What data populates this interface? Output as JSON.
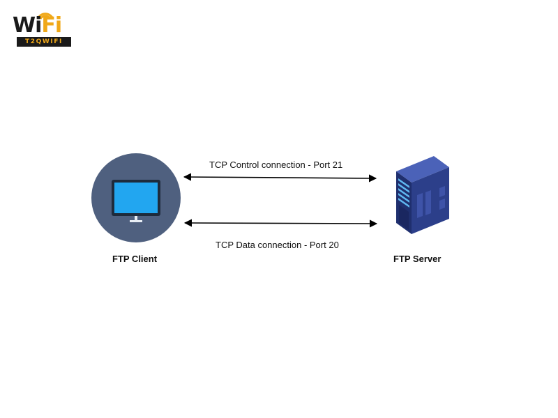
{
  "logo": {
    "word_main": "Wi",
    "word_accent": "Fi",
    "tagline": "T2QWIFI"
  },
  "client": {
    "label": "FTP Client",
    "icon": "monitor-icon"
  },
  "server": {
    "label": "FTP Server",
    "icon": "server-rack-icon"
  },
  "connections": {
    "control_label": "TCP Control connection - Port 21",
    "data_label": "TCP Data connection - Port 20"
  },
  "colors": {
    "circle": "#4f607f",
    "screen": "#22a6f0",
    "monitor_frame": "#1e2b3c",
    "server_body": "#2c3f8a",
    "logo_accent": "#f0a818"
  }
}
